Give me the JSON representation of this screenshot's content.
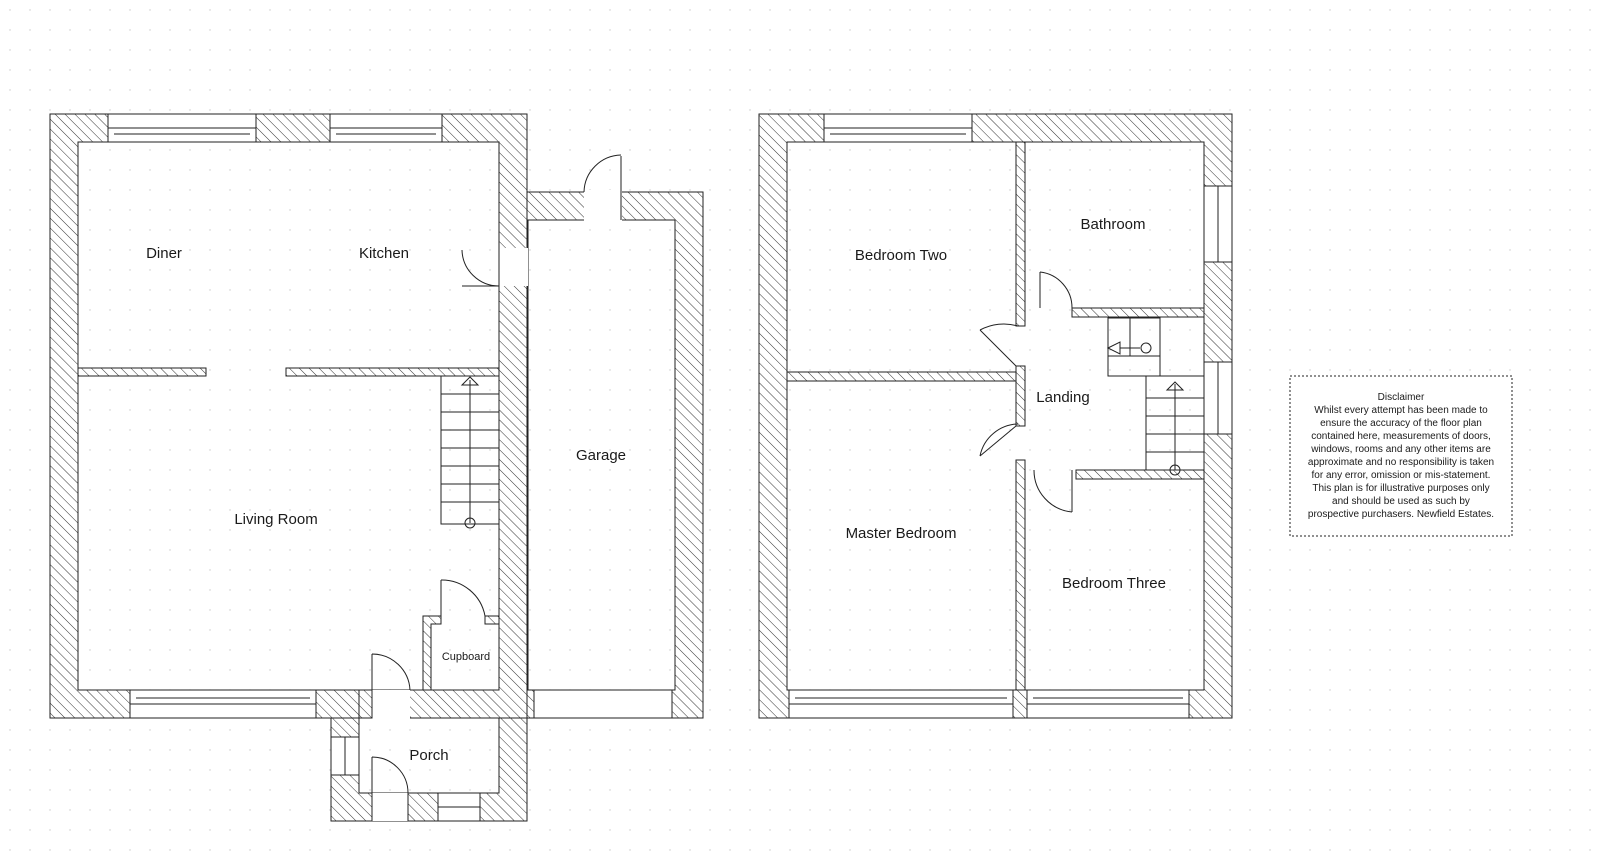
{
  "ground_floor": {
    "rooms": {
      "diner": "Diner",
      "kitchen": "Kitchen",
      "living_room": "Living Room",
      "garage": "Garage",
      "cupboard": "Cupboard",
      "porch": "Porch"
    }
  },
  "first_floor": {
    "rooms": {
      "bedroom_two": "Bedroom Two",
      "bathroom": "Bathroom",
      "landing": "Landing",
      "master_bedroom": "Master Bedroom",
      "bedroom_three": "Bedroom Three"
    }
  },
  "disclaimer": {
    "title": "Disclaimer",
    "lines": [
      "Whilst every attempt has been made to",
      "ensure the accuracy of the floor plan",
      "contained here, measurements of doors,",
      "windows, rooms and any other items are",
      "approximate and no responsibility is taken",
      "for any error, omission or mis-statement.",
      "This plan is for illustrative purposes only",
      "and should be used as such by",
      "prospective purchasers. Newfield Estates."
    ]
  },
  "colors": {
    "wall_stroke": "#222222",
    "background": "#ffffff",
    "grid_dot": "#c8c8c8"
  }
}
